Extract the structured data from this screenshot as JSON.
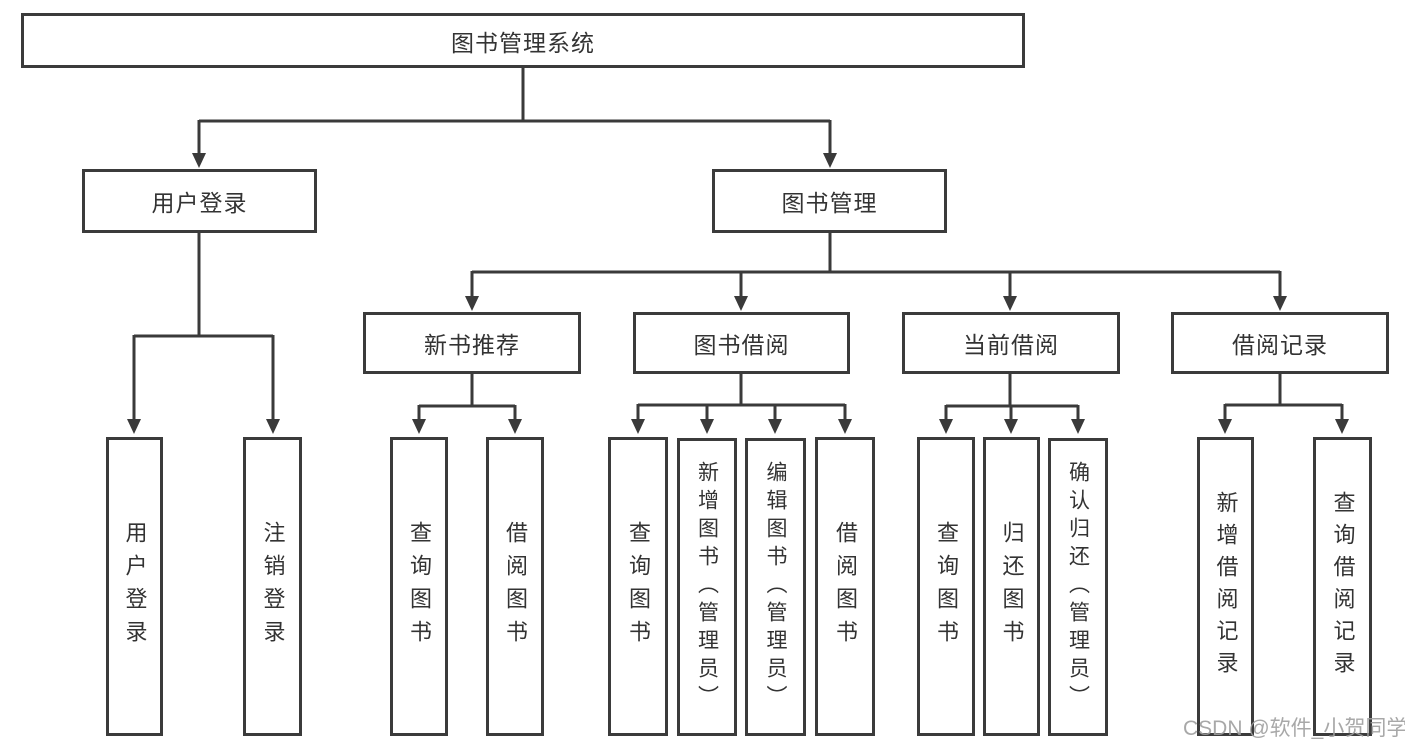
{
  "diagram": {
    "title": "图书管理系统",
    "watermark": "CSDN @软件_小贺同学",
    "colors": {
      "line": "#3a3a3a",
      "border": "#3b3b3b",
      "text": "#333333",
      "background": "#ffffff",
      "watermark": "#9e9e9e"
    },
    "branches": {
      "user_login": {
        "label": "用户登录",
        "children": [
          "用户登录",
          "注销登录"
        ]
      },
      "book_mgmt": {
        "label": "图书管理",
        "sections": {
          "new_book_rec": {
            "label": "新书推荐",
            "children": [
              "查询图书",
              "借阅图书"
            ]
          },
          "book_borrow": {
            "label": "图书借阅",
            "children": [
              "查询图书",
              "新增图书（管理员）",
              "编辑图书（管理员）",
              "借阅图书"
            ]
          },
          "current_borrow": {
            "label": "当前借阅",
            "children": [
              "查询图书",
              "归还图书",
              "确认归还（管理员）"
            ]
          },
          "borrow_records": {
            "label": "借阅记录",
            "children": [
              "新增借阅记录",
              "查询借阅记录"
            ]
          }
        }
      }
    }
  }
}
